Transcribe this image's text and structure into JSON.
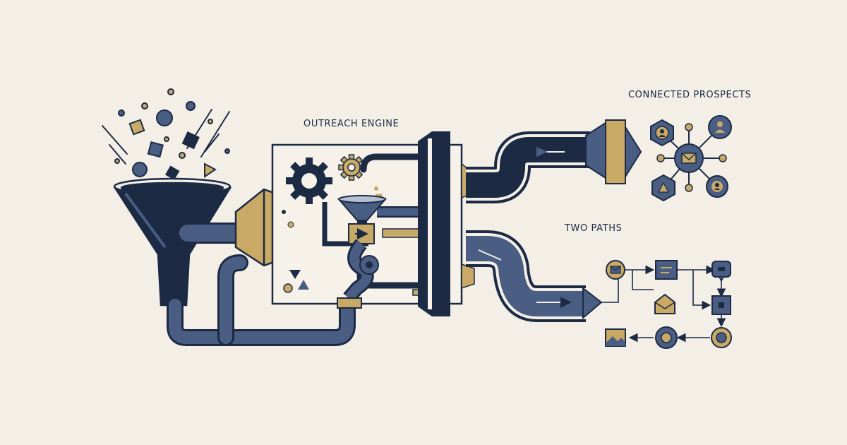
{
  "labels": {
    "outreach_engine": "OUTREACH ENGINE",
    "connected_prospects": "CONNECTED PROSPECTS",
    "two_paths": "TWO PATHS"
  },
  "colors": {
    "background": "#f3efe7",
    "navy": "#1c2a44",
    "slate": "#4a5e84",
    "gold": "#c8a965",
    "outline": "#1c2a44"
  },
  "icons": [
    "funnel-icon",
    "gear-icon",
    "envelope-icon",
    "user-icon",
    "network-node-icon",
    "chat-bubble-icon",
    "document-icon",
    "image-icon",
    "arrow-icon"
  ]
}
